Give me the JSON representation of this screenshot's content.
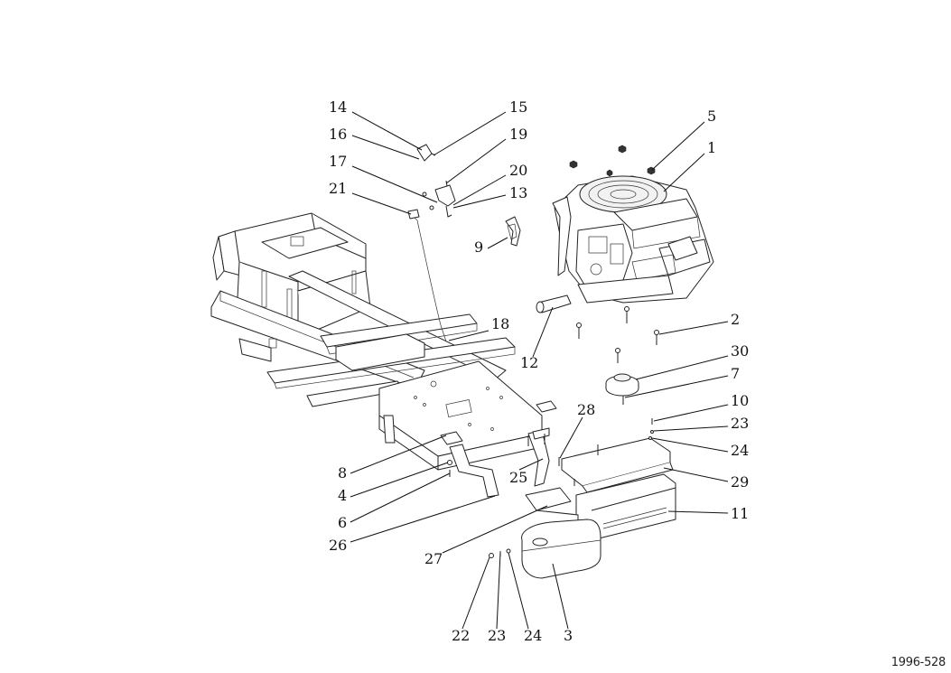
{
  "figure_code": "1996-528",
  "callouts": [
    {
      "id": "c14",
      "label": "14"
    },
    {
      "id": "c16",
      "label": "16"
    },
    {
      "id": "c17",
      "label": "17"
    },
    {
      "id": "c21",
      "label": "21"
    },
    {
      "id": "c15",
      "label": "15"
    },
    {
      "id": "c19",
      "label": "19"
    },
    {
      "id": "c20",
      "label": "20"
    },
    {
      "id": "c13",
      "label": "13"
    },
    {
      "id": "c9",
      "label": "9"
    },
    {
      "id": "c5",
      "label": "5"
    },
    {
      "id": "c1",
      "label": "1"
    },
    {
      "id": "c18",
      "label": "18"
    },
    {
      "id": "c12",
      "label": "12"
    },
    {
      "id": "c2",
      "label": "2"
    },
    {
      "id": "c30",
      "label": "30"
    },
    {
      "id": "c7",
      "label": "7"
    },
    {
      "id": "c10",
      "label": "10"
    },
    {
      "id": "c23a",
      "label": "23"
    },
    {
      "id": "c24a",
      "label": "24"
    },
    {
      "id": "c29",
      "label": "29"
    },
    {
      "id": "c11",
      "label": "11"
    },
    {
      "id": "c28",
      "label": "28"
    },
    {
      "id": "c25",
      "label": "25"
    },
    {
      "id": "c8",
      "label": "8"
    },
    {
      "id": "c4",
      "label": "4"
    },
    {
      "id": "c6",
      "label": "6"
    },
    {
      "id": "c26",
      "label": "26"
    },
    {
      "id": "c27",
      "label": "27"
    },
    {
      "id": "c22",
      "label": "22"
    },
    {
      "id": "c23b",
      "label": "23"
    },
    {
      "id": "c24b",
      "label": "24"
    },
    {
      "id": "c3",
      "label": "3"
    }
  ]
}
